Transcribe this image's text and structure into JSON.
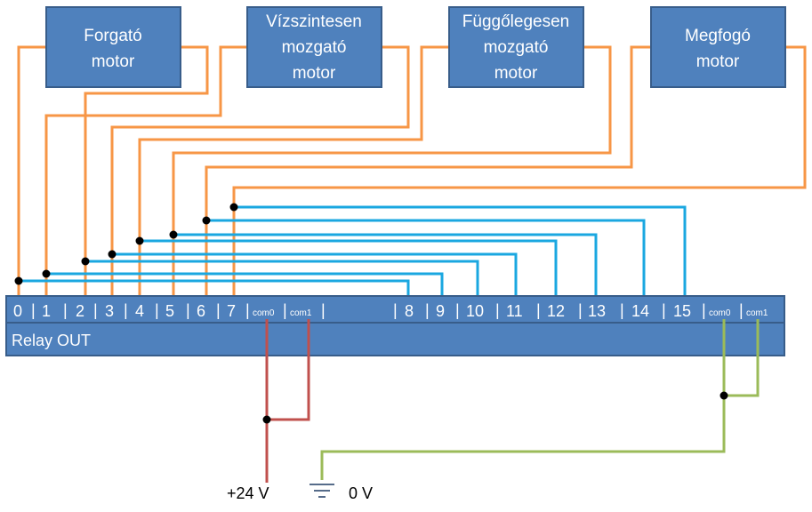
{
  "motors": [
    {
      "lines": [
        "Forgató",
        "motor"
      ]
    },
    {
      "lines": [
        "Vízszintesen",
        "mozgató",
        "motor"
      ]
    },
    {
      "lines": [
        "Függőlegesen",
        "mozgató",
        "motor"
      ]
    },
    {
      "lines": [
        "Megfogó",
        "motor"
      ]
    }
  ],
  "relay": {
    "title": "Relay OUT",
    "pins_left": [
      "0",
      "1",
      "2",
      "3",
      "4",
      "5",
      "6",
      "7"
    ],
    "pins_right": [
      "8",
      "9",
      "10",
      "11",
      "12",
      "13",
      "14",
      "15"
    ],
    "com0": "com0",
    "com1": "com1",
    "com0_right": "com0",
    "com1_right": "com1"
  },
  "power": {
    "plus_label": "+24 V",
    "ground_label": "0 V"
  },
  "colors": {
    "box_fill": "#4f81bd",
    "orange_wire": "#f79646",
    "blue_wire": "#1aa7e0",
    "red_wire": "#c0504d",
    "green_wire": "#9bbb59"
  }
}
